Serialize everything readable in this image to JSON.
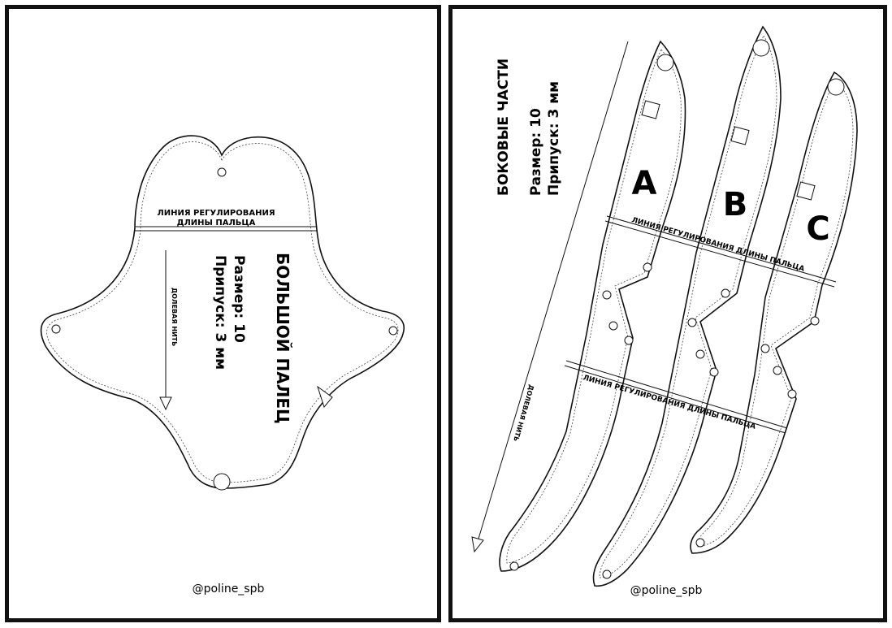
{
  "left_sheet": {
    "title": "БОЛЬШОЙ ПАЛЕЦ",
    "size": "Размер: 10",
    "allowance": "Припуск: 3 мм",
    "adjust_line": [
      "ЛИНИЯ РЕГУЛИРОВАНИЯ",
      "ДЛИНЫ ПАЛЬЦА"
    ],
    "grain": "ДОЛЕВАЯ НИТЬ",
    "handle": "@poline_spb"
  },
  "right_sheet": {
    "title": "БОКОВЫЕ ЧАСТИ",
    "size": "Размер: 10",
    "allowance": "Припуск: 3 мм",
    "pieces": [
      "A",
      "B",
      "C"
    ],
    "adjust_line": "ЛИНИЯ РЕГУЛИРОВАНИЯ ДЛИНЫ ПАЛЬЦА",
    "grain": "ДОЛЕВАЯ НИТЬ",
    "handle": "@poline_spb"
  }
}
